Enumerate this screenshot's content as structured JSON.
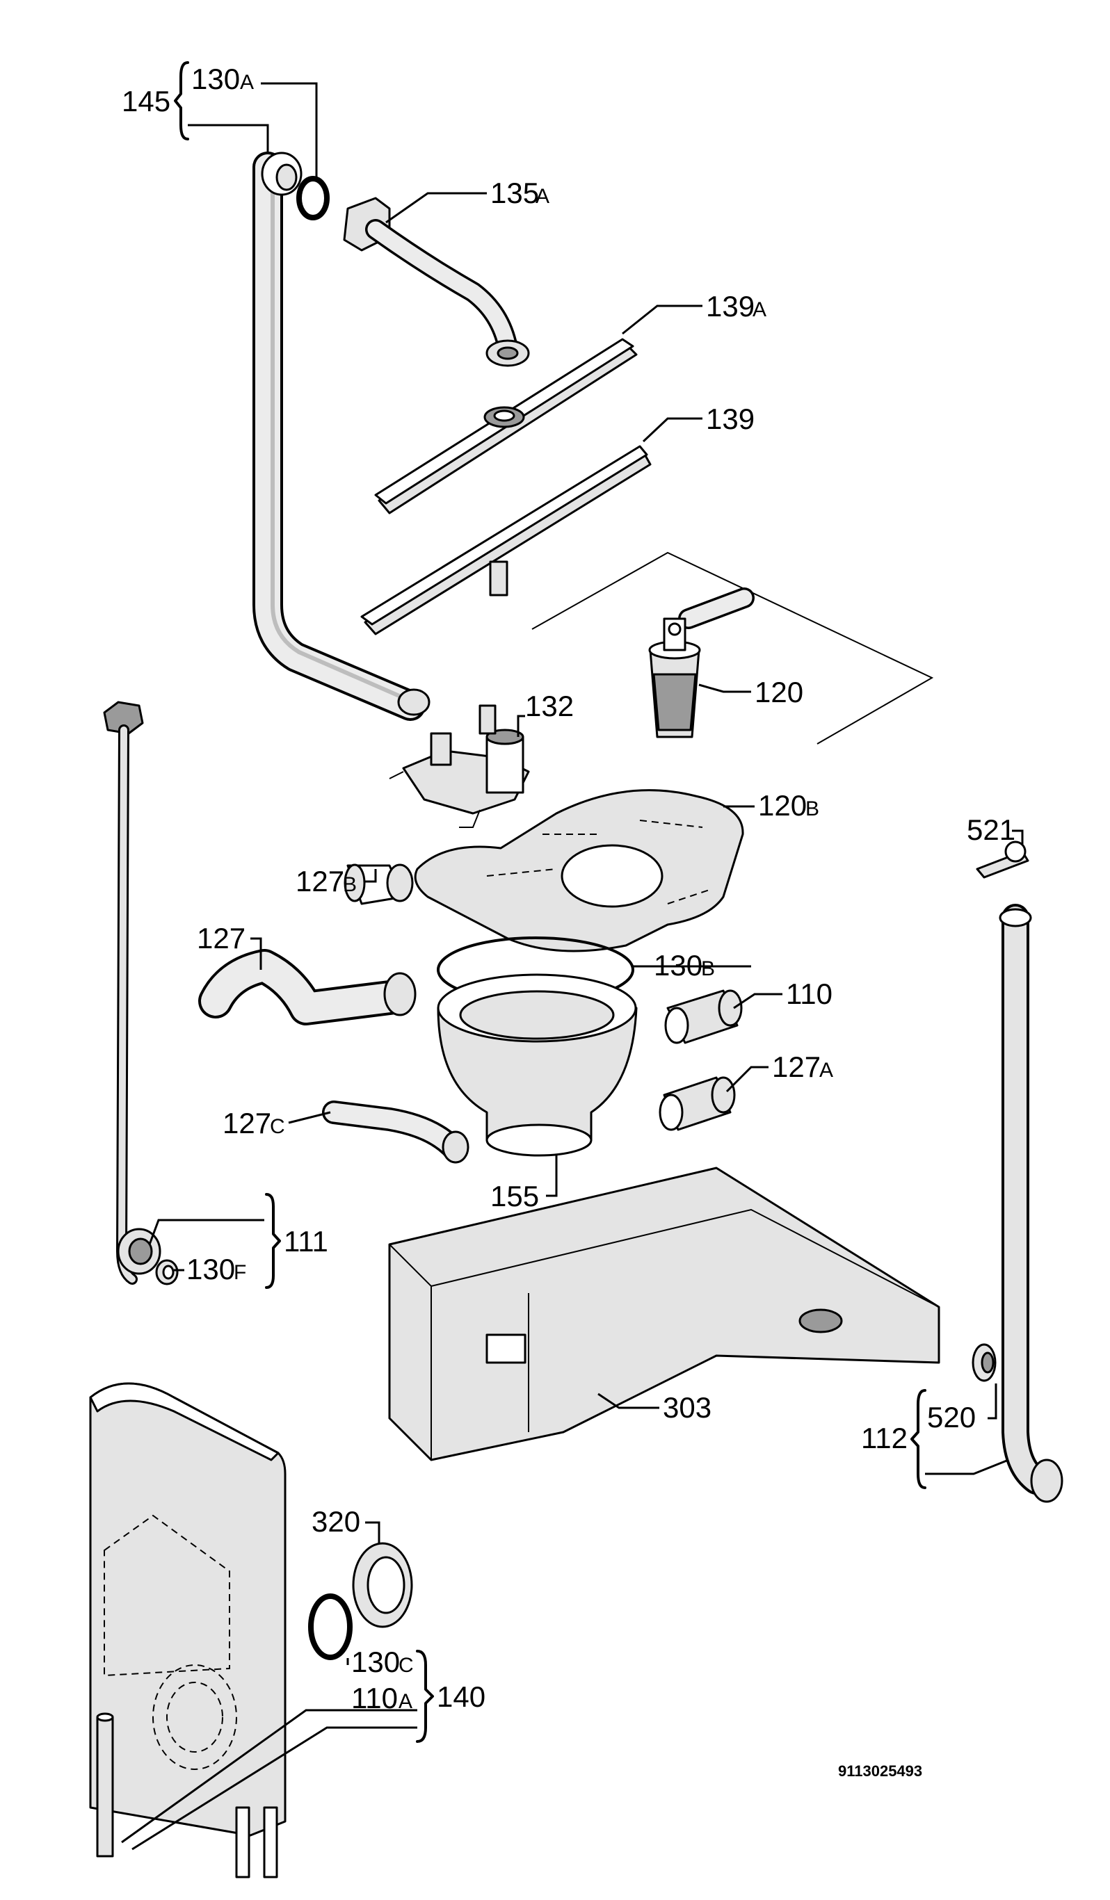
{
  "labels": {
    "l145": "145",
    "l130a": "130",
    "l130a_s": "A",
    "l135a": "135",
    "l135a_s": "A",
    "l139a": "139",
    "l139a_s": "A",
    "l139": "139",
    "l120": "120",
    "l132": "132",
    "l120b": "120",
    "l120b_s": "B",
    "l521": "521",
    "l127b": "127",
    "l127b_s": "B",
    "l127": "127",
    "l130b": "130",
    "l130b_s": "B",
    "l110": "110",
    "l127a": "127",
    "l127a_s": "A",
    "l127c": "127",
    "l127c_s": "C",
    "l155": "155",
    "l111": "111",
    "l130f": "130",
    "l130f_s": "F",
    "l303": "303",
    "l112": "112",
    "l520": "520",
    "l320": "320",
    "l130c": "130",
    "l130c_s": "C",
    "l110a": "110",
    "l110a_s": "A",
    "l140": "140"
  },
  "drawing_code": "9113025493"
}
